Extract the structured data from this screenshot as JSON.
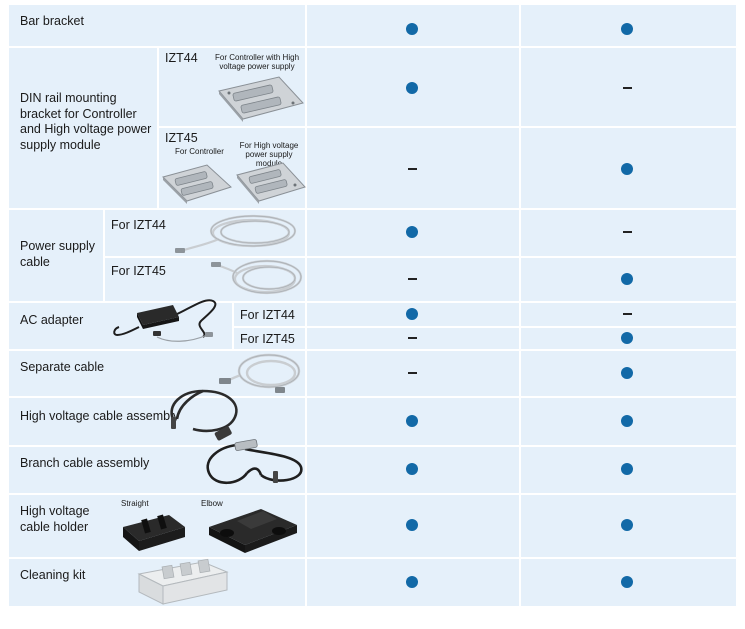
{
  "rows": {
    "bar_bracket": {
      "label": "Bar bracket",
      "col1": "dot",
      "col2": "dot"
    },
    "din_rail": {
      "label": "DIN rail mounting bracket for Controller and High voltage power supply module",
      "izt44": {
        "model": "IZT44",
        "caption": "For Controller with High voltage power supply",
        "col1": "dot",
        "col2": "dash"
      },
      "izt45": {
        "model": "IZT45",
        "caption_a": "For Controller",
        "caption_b": "For High voltage power supply module",
        "col1": "dash",
        "col2": "dot"
      }
    },
    "power_supply_cable": {
      "label": "Power supply cable",
      "izt44": {
        "label": "For IZT44",
        "col1": "dot",
        "col2": "dash"
      },
      "izt45": {
        "label": "For IZT45",
        "col1": "dash",
        "col2": "dot"
      }
    },
    "ac_adapter": {
      "label": "AC adapter",
      "izt44": {
        "label": "For IZT44",
        "col1": "dot",
        "col2": "dash"
      },
      "izt45": {
        "label": "For IZT45",
        "col1": "dash",
        "col2": "dot"
      }
    },
    "separate_cable": {
      "label": "Separate cable",
      "col1": "dash",
      "col2": "dot"
    },
    "hv_cable_assembly": {
      "label": "High voltage cable assembly",
      "col1": "dot",
      "col2": "dot"
    },
    "branch_cable": {
      "label": "Branch cable assembly",
      "col1": "dot",
      "col2": "dot"
    },
    "hv_cable_holder": {
      "label": "High voltage cable holder",
      "straight": "Straight",
      "elbow": "Elbow",
      "col1": "dot",
      "col2": "dot"
    },
    "cleaning_kit": {
      "label": "Cleaning kit",
      "col1": "dot",
      "col2": "dot"
    }
  },
  "colors": {
    "dot": "#1269a7",
    "cell_bg": "#e5f0fa",
    "grid_line": "#ffffff"
  },
  "icons": [
    "bracket-photo",
    "cable-coil-photo",
    "ac-adapter-photo",
    "cable-assembly-photo",
    "cable-holder-photo",
    "cleaning-kit-photo"
  ]
}
